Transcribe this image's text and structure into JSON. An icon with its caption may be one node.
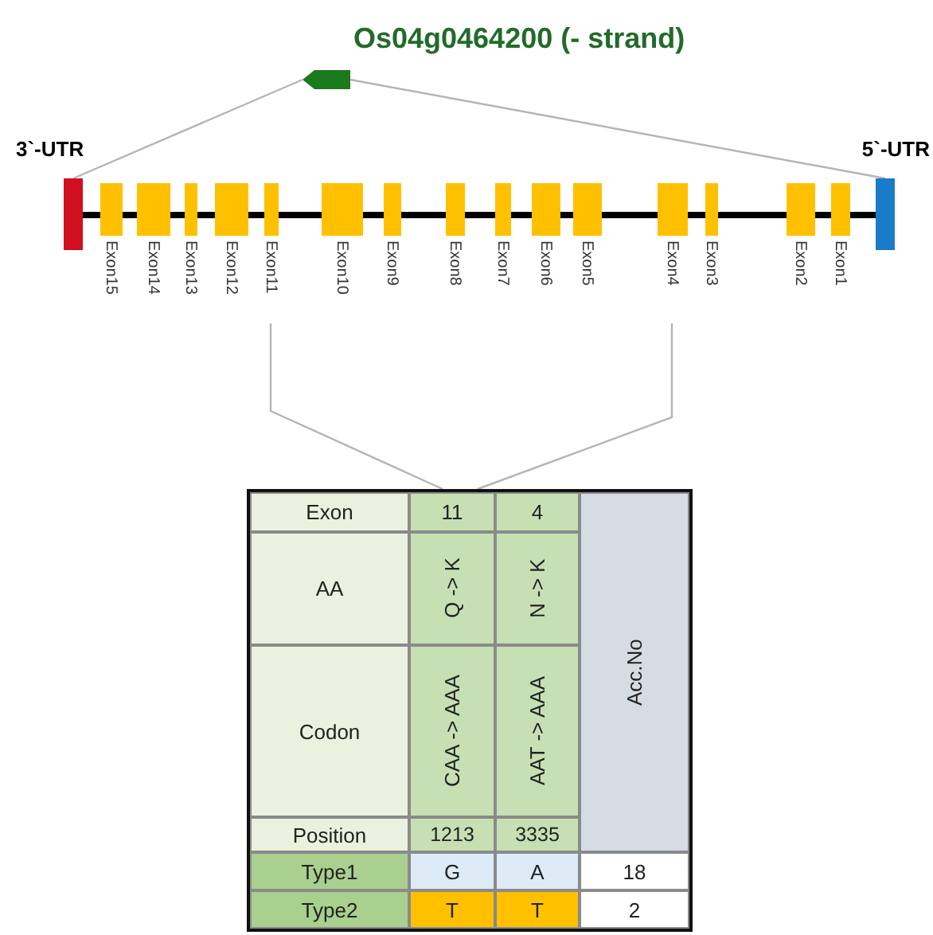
{
  "diagram": {
    "nodes": [
      {
        "text": [],
        "shape": "arrow",
        "beside": [
          "Os04g0464200 (- strand)"
        ]
      },
      {
        "text": [],
        "shape": "bar",
        "beside": [
          "3`-UTR"
        ]
      },
      {
        "text": [],
        "shape": "box",
        "beside": [
          "Exon15"
        ]
      },
      {
        "text": [],
        "shape": "box",
        "beside": [
          "Exon14"
        ]
      },
      {
        "text": [],
        "shape": "box",
        "beside": [
          "Exon13"
        ]
      },
      {
        "text": [],
        "shape": "box",
        "beside": [
          "Exon12"
        ]
      },
      {
        "text": [],
        "shape": "box",
        "beside": [
          "Exon11"
        ]
      },
      {
        "text": [],
        "shape": "box",
        "beside": [
          "Exon10"
        ]
      },
      {
        "text": [],
        "shape": "box",
        "beside": [
          "Exon9"
        ]
      },
      {
        "text": [],
        "shape": "box",
        "beside": [
          "Exon8"
        ]
      },
      {
        "text": [],
        "shape": "box",
        "beside": [
          "Exon7"
        ]
      },
      {
        "text": [],
        "shape": "box",
        "beside": [
          "Exon6"
        ]
      },
      {
        "text": [],
        "shape": "box",
        "beside": [
          "Exon5"
        ]
      },
      {
        "text": [],
        "shape": "box",
        "beside": [
          "Exon4"
        ]
      },
      {
        "text": [],
        "shape": "box",
        "beside": [
          "Exon3"
        ]
      },
      {
        "text": [],
        "shape": "box",
        "beside": [
          "Exon2"
        ]
      },
      {
        "text": [],
        "shape": "box",
        "beside": [
          "Exon1"
        ]
      },
      {
        "text": [],
        "shape": "bar",
        "beside": [
          "5`-UTR"
        ]
      },
      {
        "text": [],
        "shape": "box"
      }
    ],
    "edges": [
      {
        "from": 1,
        "to": 2,
        "arrow": "none"
      },
      {
        "from": 2,
        "to": 3,
        "arrow": "none"
      },
      {
        "from": 3,
        "to": 4,
        "arrow": "none"
      },
      {
        "from": 4,
        "to": 5,
        "arrow": "none"
      },
      {
        "from": 5,
        "to": 6,
        "arrow": "none"
      },
      {
        "from": 6,
        "to": 7,
        "arrow": "none"
      },
      {
        "from": 7,
        "to": 8,
        "arrow": "none"
      },
      {
        "from": 8,
        "to": 9,
        "arrow": "none"
      },
      {
        "from": 9,
        "to": 10,
        "arrow": "none"
      },
      {
        "from": 10,
        "to": 11,
        "arrow": "none"
      },
      {
        "from": 11,
        "to": 12,
        "arrow": "none"
      },
      {
        "from": 12,
        "to": 13,
        "arrow": "none"
      },
      {
        "from": 13,
        "to": 14,
        "arrow": "none"
      },
      {
        "from": 14,
        "to": 15,
        "arrow": "none"
      },
      {
        "from": 15,
        "to": 16,
        "arrow": "none"
      },
      {
        "from": 16,
        "to": 17,
        "arrow": "none"
      },
      {
        "from": 0,
        "to": 1,
        "arrow": "none",
        "color": "#b5b5b5"
      },
      {
        "from": 0,
        "to": 17,
        "arrow": "none",
        "color": "#b5b5b5"
      },
      {
        "from": 6,
        "to": 18,
        "arrow": "none",
        "color": "#b5b5b5"
      },
      {
        "from": 13,
        "to": 18,
        "arrow": "none",
        "color": "#b5b5b5"
      }
    ],
    "labels": [
      "Exon",
      "11",
      "4",
      "Acc.No",
      "AA",
      "Q -> K",
      "N -> K",
      "Codon",
      "CAA -> AAA",
      "AAT -> AAA",
      "Position",
      "1213",
      "3335",
      "Type1",
      "G",
      "A",
      "18",
      "Type2",
      "T",
      "T",
      "2"
    ]
  }
}
